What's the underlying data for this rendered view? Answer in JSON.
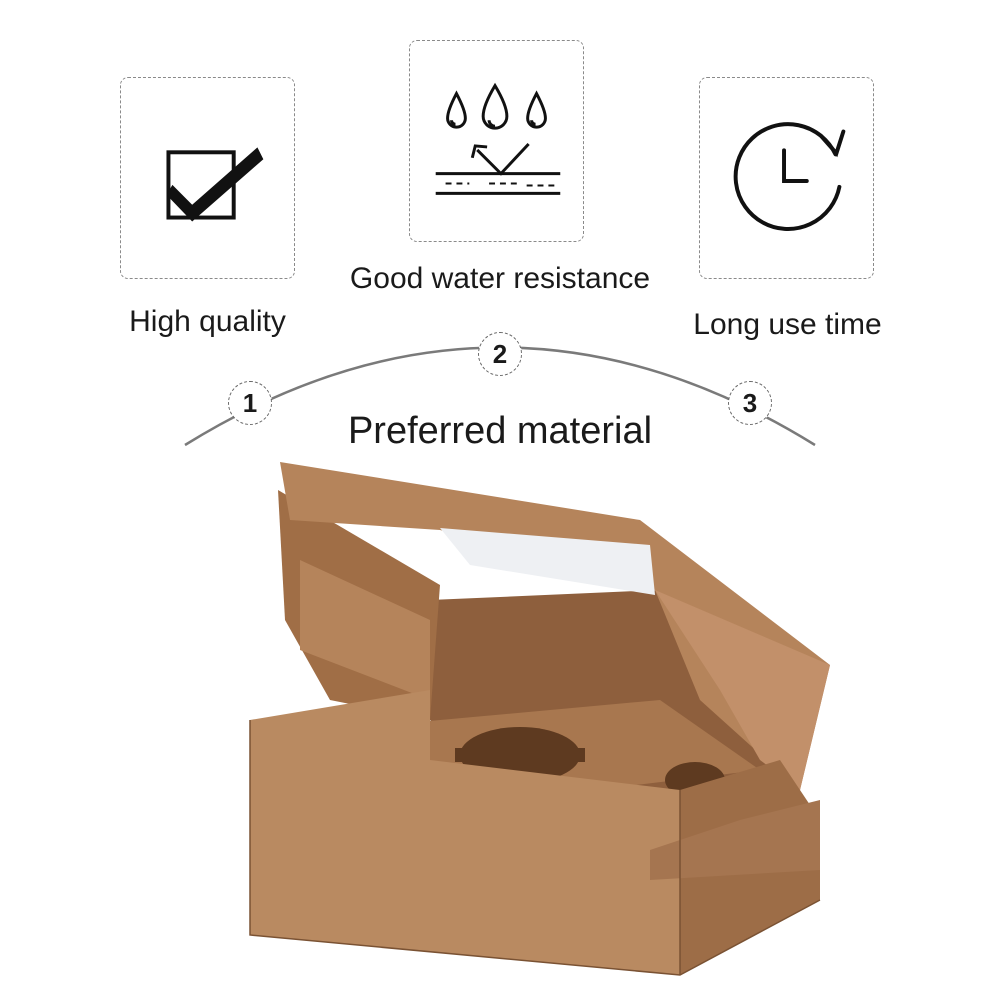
{
  "features": [
    {
      "number": "1",
      "label": "High quality",
      "icon": "checkbox-checked-icon"
    },
    {
      "number": "2",
      "label": "Good water resistance",
      "icon": "water-resistance-icon"
    },
    {
      "number": "3",
      "label": "Long use time",
      "icon": "clock-icon"
    }
  ],
  "title": "Preferred material",
  "colors": {
    "kraft": "#b5845b",
    "kraft_dark": "#8e5f3d",
    "kraft_light": "#c99a70",
    "line": "#7a7a7a"
  }
}
